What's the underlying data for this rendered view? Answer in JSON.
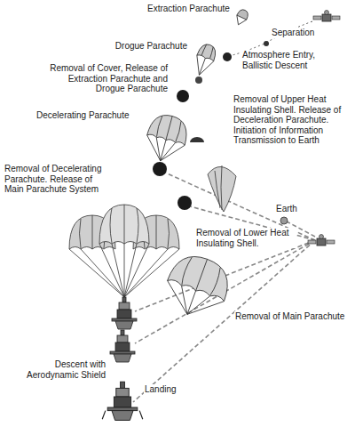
{
  "diagram": {
    "labels": [
      "Extraction Parachute",
      "Separation",
      "Drogue Parachute",
      "Atmosphere Entry, Ballistic Descent",
      "Removal of Cover, Release of Extraction Parachute and Drogue Parachute",
      "Decelerating Parachute",
      "Removal of Upper Heat Insulating Shell. Release of Deceleration Parachute. Initiation of Information Transmission to Earth",
      "Removal of Decelerating Parachute. Release of Main Parachute System",
      "Earth",
      "Removal of Lower Heat Insulating Shell.",
      "Removal of Main Parachute",
      "Descent with Aerodynamic Shield",
      "Landing"
    ]
  }
}
